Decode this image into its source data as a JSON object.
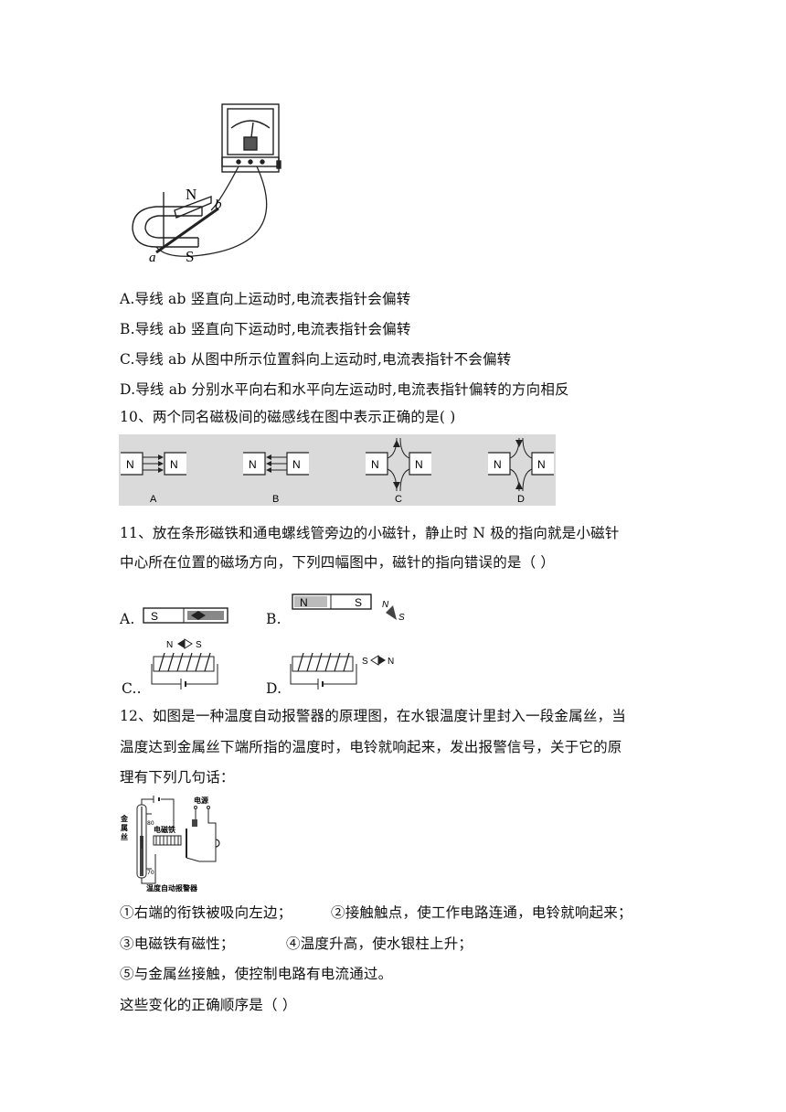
{
  "q9": {
    "figure": {
      "pole_n": "N",
      "pole_s": "S",
      "end_a": "a",
      "end_b": "b"
    },
    "options": [
      "A.导线 ab 竖直向上运动时,电流表指针会偏转",
      "B.导线 ab 竖直向下运动时,电流表指针会偏转",
      "C.导线 ab 从图中所示位置斜向上运动时,电流表指针不会偏转",
      "D.导线 ab 分别水平向右和水平向左运动时,电流表指针偏转的方向相反"
    ]
  },
  "q10": {
    "stem": "10、两个同名磁极间的磁感线在图中表示正确的是(        )",
    "pole": "N",
    "labels": [
      "A",
      "B",
      "C",
      "D"
    ]
  },
  "q11": {
    "stem_line1": "11、放在条形磁铁和通电螺线管旁边的小磁针，静止时 N 极的指向就是小磁针",
    "stem_line2": "中心所在位置的磁场方向，下列四幅图中，磁针的指向错误的是（        ）",
    "opt_a": "A.",
    "opt_b": "B.",
    "opt_c": "C..",
    "opt_d": "D.",
    "mag_n": "N",
    "mag_s": "S"
  },
  "q12": {
    "stem_line1": "12、如图是一种温度自动报警器的原理图，在水银温度计里封入一段金属丝，当",
    "stem_line2": "温度达到金属丝下端所指的温度时，电铃就响起来，发出报警信号，关于它的原",
    "stem_line3": "理有下列几句话：",
    "figure": {
      "power": "电源",
      "wire_l1": "金",
      "wire_l2": "属",
      "wire_l3": "丝",
      "electromagnet": "电磁铁",
      "t80": "80",
      "t70": "70",
      "caption": "温度自动报警器"
    },
    "s1": "①右端的衔铁被吸向左边；",
    "s2": "②接触触点，使工作电路连通，电铃就响起来；",
    "s3": "③电磁铁有磁性；",
    "s4": "④温度升高，使水银柱上升；",
    "s5": "⑤与金属丝接触，使控制电路有电流通过。",
    "question": "这些变化的正确顺序是（        ）"
  }
}
